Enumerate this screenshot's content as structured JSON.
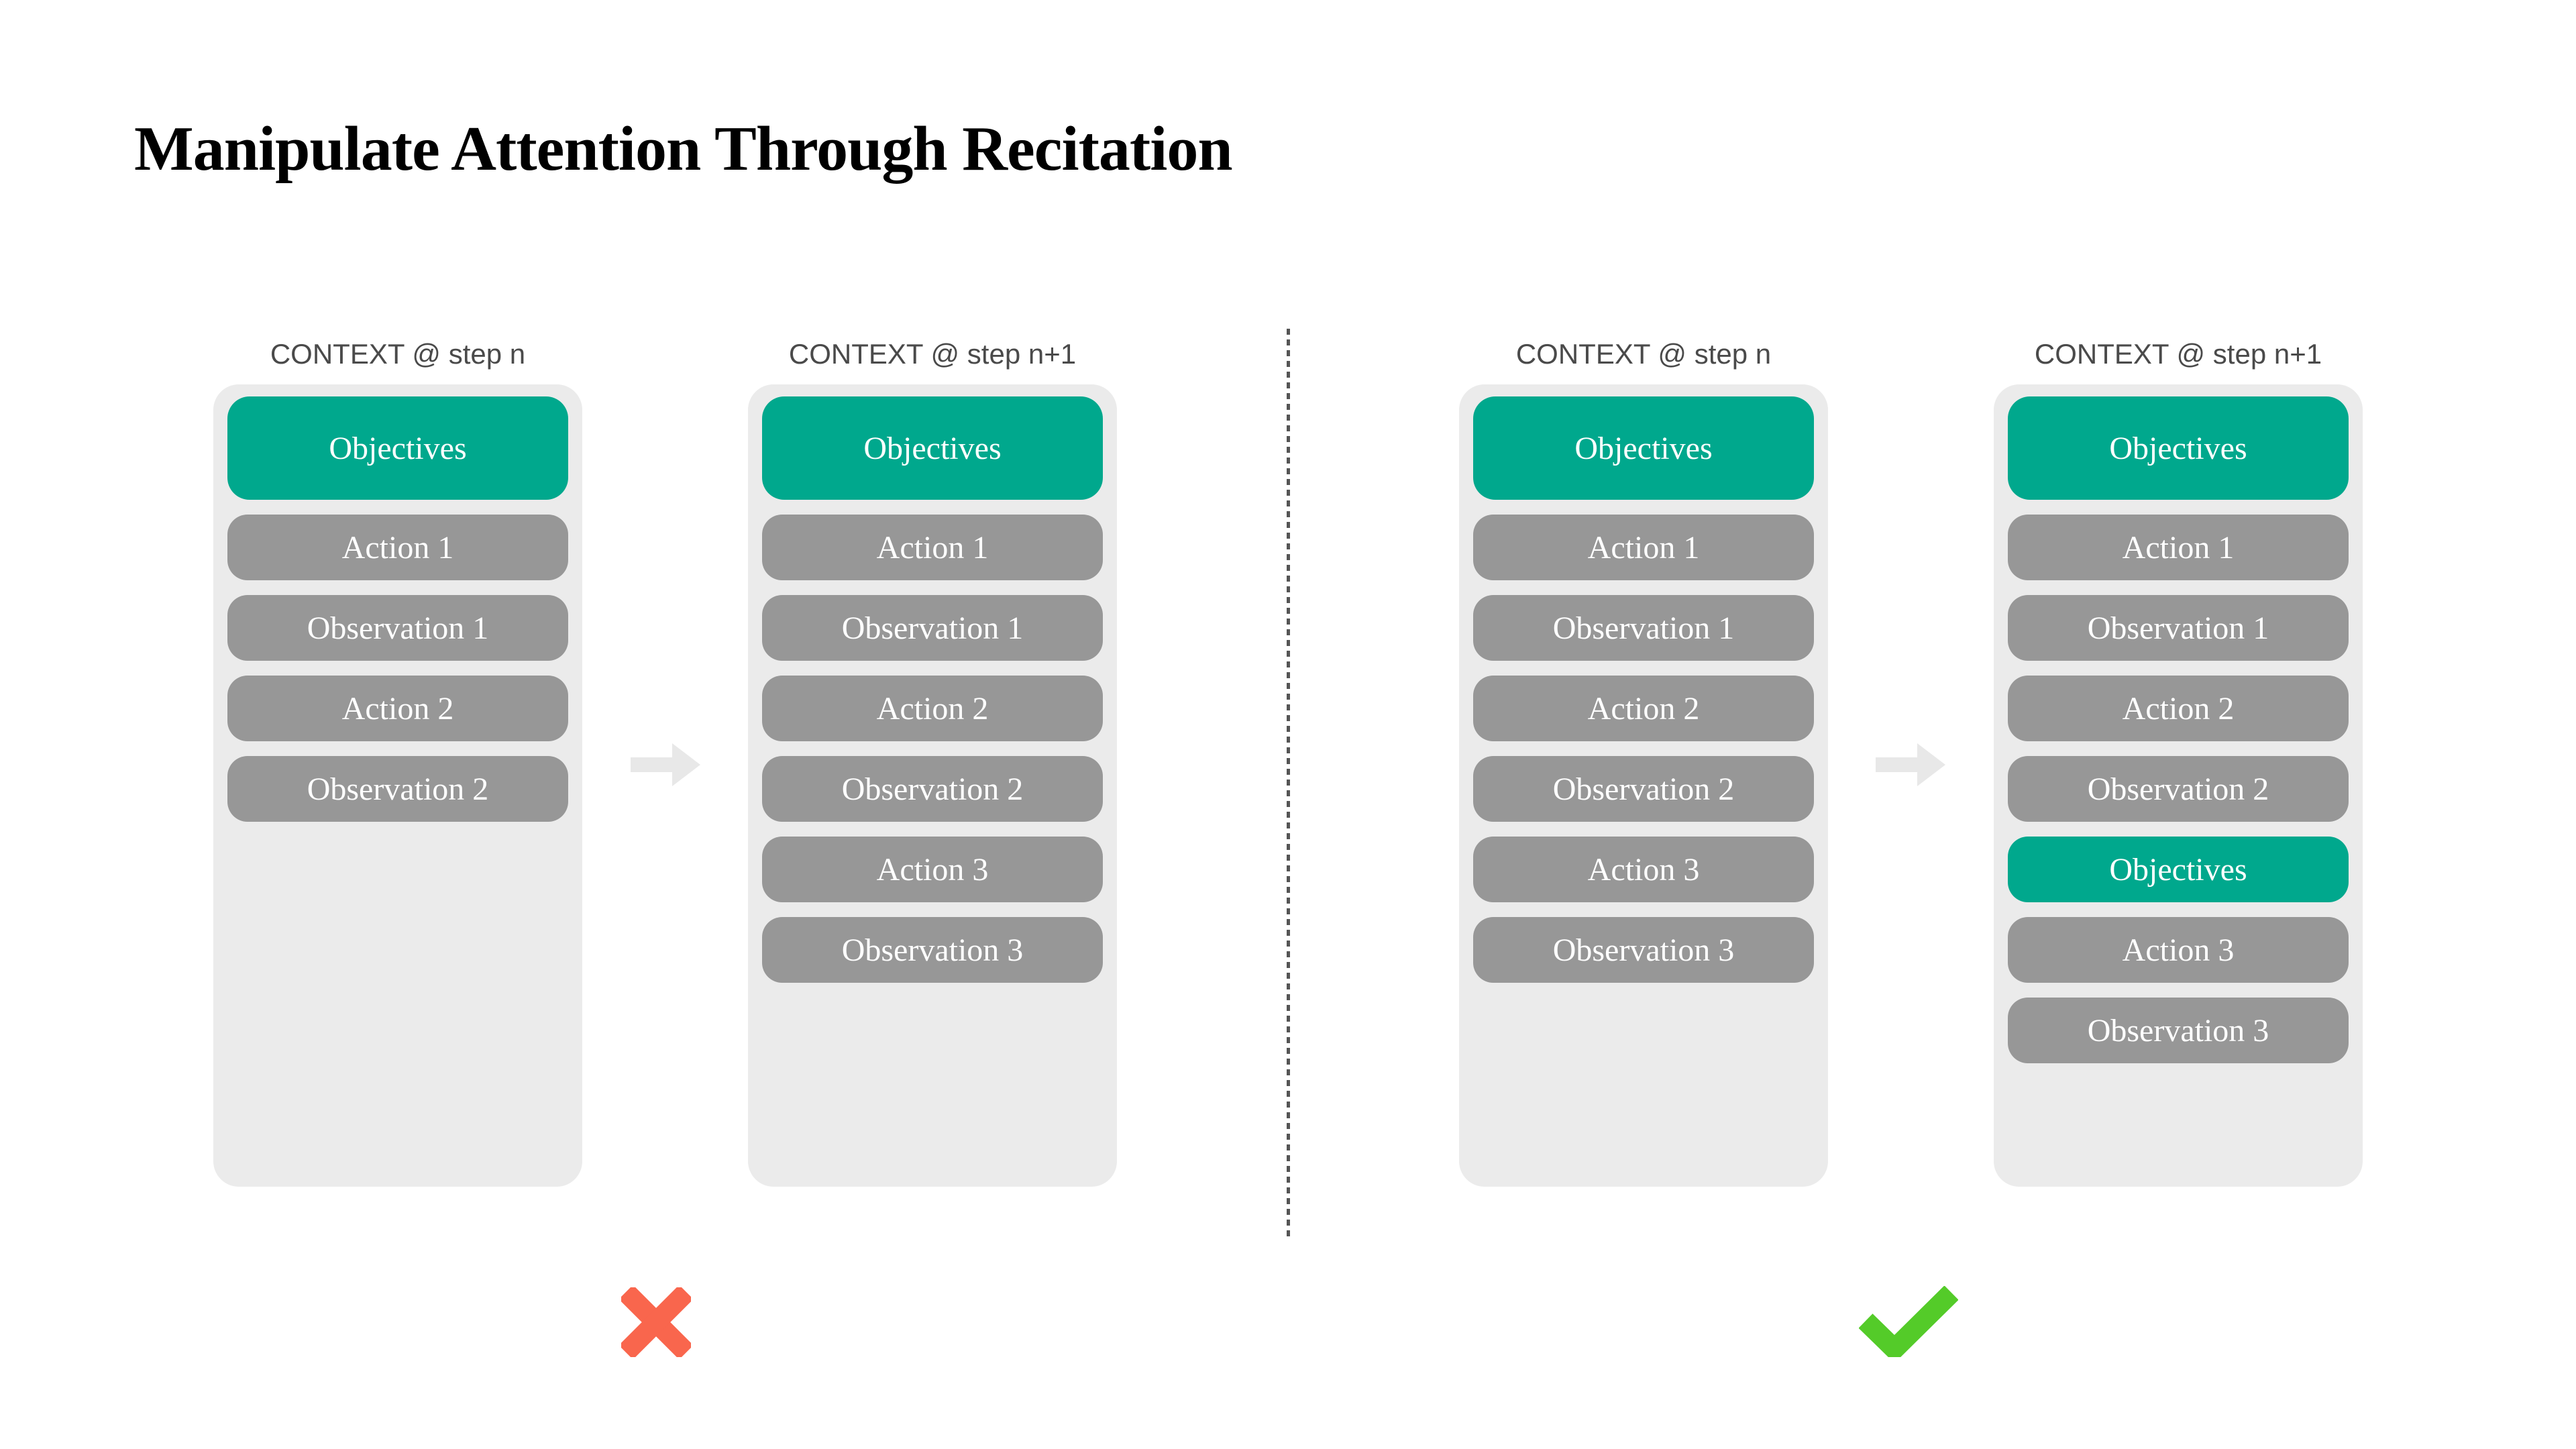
{
  "title": "Manipulate Attention Through Recitation",
  "colors": {
    "objective_box": "#00a88d",
    "step_box": "#979797",
    "panel_background": "#ebebeb",
    "header_text": "#4a4a4a",
    "arrow": "#e8e8e8",
    "divider": "#555555",
    "cross": "#f9664d",
    "check": "#54cb29",
    "box_text": "#ffffff",
    "title_text": "#000000"
  },
  "panels": [
    {
      "header": "CONTEXT @ step n",
      "boxes": [
        {
          "label": "Objectives",
          "variant": "objective",
          "tall": true
        },
        {
          "label": "Action 1",
          "variant": "step",
          "tall": false
        },
        {
          "label": "Observation 1",
          "variant": "step",
          "tall": false
        },
        {
          "label": "Action 2",
          "variant": "step",
          "tall": false
        },
        {
          "label": "Observation 2",
          "variant": "step",
          "tall": false
        }
      ]
    },
    {
      "header": "CONTEXT @ step n+1",
      "boxes": [
        {
          "label": "Objectives",
          "variant": "objective",
          "tall": true
        },
        {
          "label": "Action 1",
          "variant": "step",
          "tall": false
        },
        {
          "label": "Observation 1",
          "variant": "step",
          "tall": false
        },
        {
          "label": "Action 2",
          "variant": "step",
          "tall": false
        },
        {
          "label": "Observation 2",
          "variant": "step",
          "tall": false
        },
        {
          "label": "Action 3",
          "variant": "step",
          "tall": false
        },
        {
          "label": "Observation 3",
          "variant": "step",
          "tall": false
        }
      ]
    },
    {
      "header": "CONTEXT @ step n",
      "boxes": [
        {
          "label": "Objectives",
          "variant": "objective",
          "tall": true
        },
        {
          "label": "Action 1",
          "variant": "step",
          "tall": false
        },
        {
          "label": "Observation 1",
          "variant": "step",
          "tall": false
        },
        {
          "label": "Action 2",
          "variant": "step",
          "tall": false
        },
        {
          "label": "Observation 2",
          "variant": "step",
          "tall": false
        },
        {
          "label": "Action 3",
          "variant": "step",
          "tall": false
        },
        {
          "label": "Observation 3",
          "variant": "step",
          "tall": false
        }
      ]
    },
    {
      "header": "CONTEXT @ step n+1",
      "boxes": [
        {
          "label": "Objectives",
          "variant": "objective",
          "tall": true
        },
        {
          "label": "Action 1",
          "variant": "step",
          "tall": false
        },
        {
          "label": "Observation 1",
          "variant": "step",
          "tall": false
        },
        {
          "label": "Action 2",
          "variant": "step",
          "tall": false
        },
        {
          "label": "Observation 2",
          "variant": "step",
          "tall": false
        },
        {
          "label": "Objectives",
          "variant": "objective",
          "tall": false
        },
        {
          "label": "Action 3",
          "variant": "step",
          "tall": false
        },
        {
          "label": "Observation 3",
          "variant": "step",
          "tall": false
        }
      ]
    }
  ],
  "verdicts": {
    "left": "cross",
    "right": "check"
  },
  "icons": [
    "arrow-right-icon",
    "cross-icon",
    "check-icon"
  ]
}
